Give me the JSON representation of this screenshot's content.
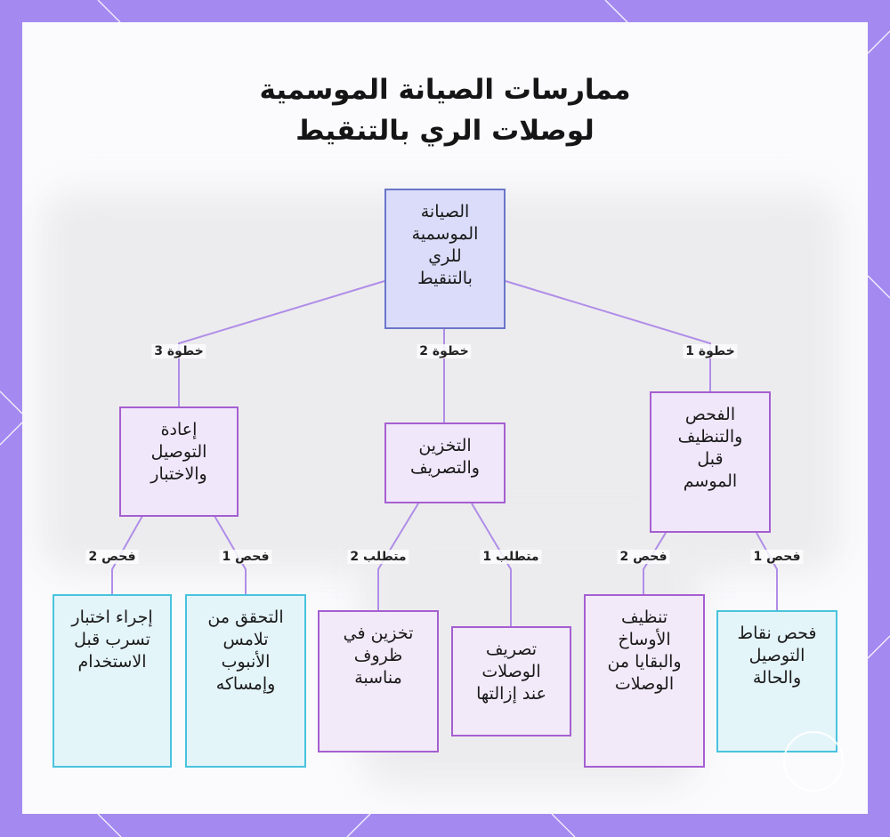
{
  "title": {
    "line1": "ممارسات الصيانة الموسمية",
    "line2": "لوصلات الري بالتنقيط"
  },
  "nodes": {
    "root": "الصيانة\nالموسمية\nللري\nبالتنقيط",
    "step1": "الفحص\nوالتنظيف\nقبل\nالموسم",
    "step2": "التخزين\nوالتصريف",
    "step3": "إعادة\nالتوصيل\nوالاختبار",
    "step1_check1": "فحص نقاط\nالتوصيل\nوالحالة",
    "step1_check2": "تنظيف\nالأوساخ\nوالبقايا من\nالوصلات",
    "step2_req1": "تصريف\nالوصلات\nعند إزالتها",
    "step2_req2": "تخزين في\nظروف\nمناسبة",
    "step3_check1": "التحقق من\nتلامس\nالأنبوب\nوإمساكه",
    "step3_check2": "إجراء اختبار\nتسرب قبل\nالاستخدام"
  },
  "edge_labels": {
    "step1": "خطوة 1",
    "step2": "خطوة 2",
    "step3": "خطوة 3",
    "check1_a": "فحص 1",
    "check2_a": "فحص 2",
    "req1": "متطلب 1",
    "req2": "متطلب 2",
    "check1_b": "فحص 1",
    "check2_b": "فحص 2"
  },
  "colors": {
    "frame": "#a48af0",
    "edge": "#b08de8",
    "root_fill": "#dadcfa",
    "step_fill": "#f1e7fb",
    "leaf_blue_border": "#49c3dd"
  }
}
